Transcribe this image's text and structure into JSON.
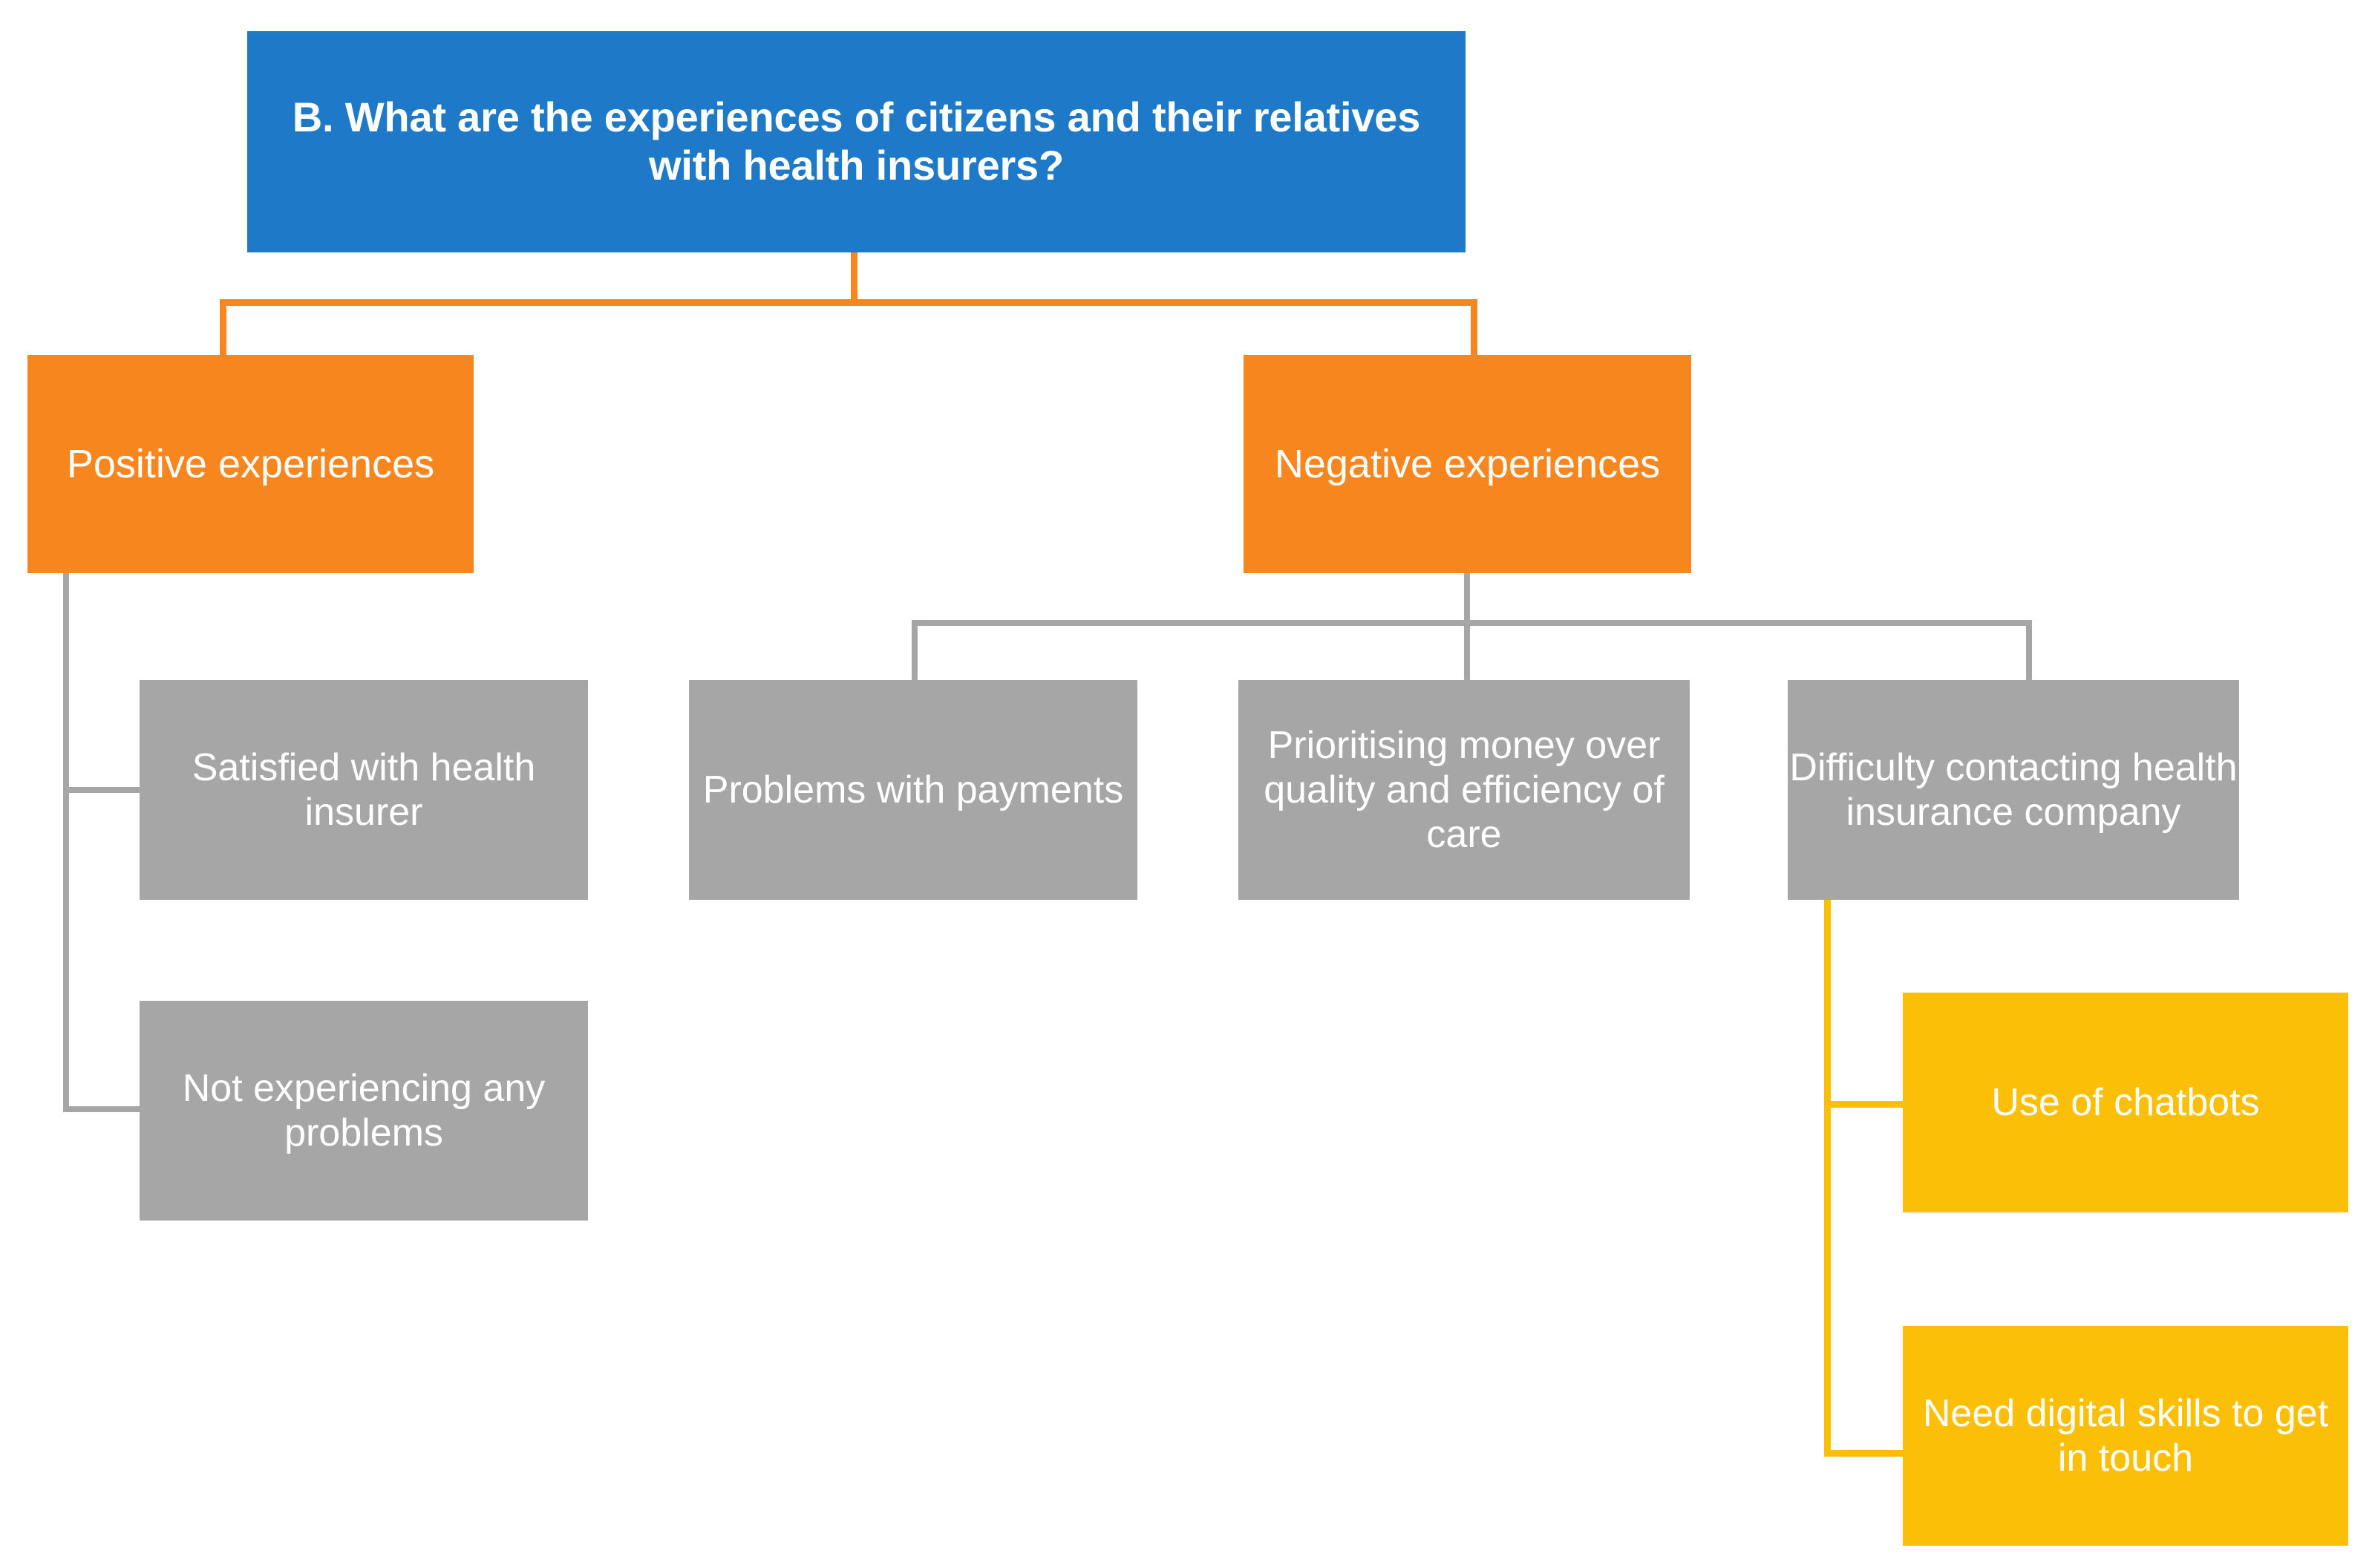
{
  "diagram": {
    "type": "hierarchy-tree",
    "title_node": {
      "label": "B. What are the experiences of citizens and their relatives with health insurers?",
      "color": "#1e7ac8"
    },
    "categories": [
      {
        "label": "Positive experiences",
        "color": "#f7861f"
      },
      {
        "label": "Negative experiences",
        "color": "#f7861f"
      }
    ],
    "subnodes": [
      {
        "label": "Satisfied with health insurer",
        "color": "#a6a6a6"
      },
      {
        "label": "Not experiencing any problems",
        "color": "#a6a6a6"
      },
      {
        "label": "Problems with payments",
        "color": "#a6a6a6"
      },
      {
        "label": "Prioritising money over quality and efficiency of care",
        "color": "#a6a6a6"
      },
      {
        "label": "Difficulty contacting health insurance company",
        "color": "#a6a6a6"
      }
    ],
    "leaves": [
      {
        "label": "Use of chatbots",
        "color": "#fcbf07"
      },
      {
        "label": "Need digital skills to get in touch",
        "color": "#fcbf07"
      }
    ],
    "connector_colors": {
      "title_to_category": "#f7861f",
      "category_to_subnode": "#a6a6a6",
      "subnode_to_leaf": "#fcbf07"
    }
  }
}
